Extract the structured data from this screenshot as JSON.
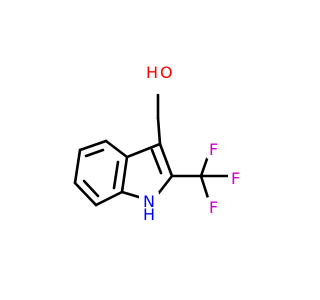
{
  "molecule": {
    "atoms": {
      "o1": {
        "symbol": "O",
        "color": "#ff0000"
      },
      "h1": {
        "symbol": "H",
        "color": "#ff0000"
      },
      "n1": {
        "symbol": "N",
        "color": "#0000ff"
      },
      "h2": {
        "symbol": "H",
        "color": "#0000ff"
      },
      "f1": {
        "symbol": "F",
        "color": "#cc00cc"
      },
      "f2": {
        "symbol": "F",
        "color": "#cc00cc"
      },
      "f3": {
        "symbol": "F",
        "color": "#cc00cc"
      }
    },
    "colors": {
      "bond": "#000000",
      "oxygen": "#ff0000",
      "nitrogen": "#0000ff",
      "fluorine": "#cc00cc"
    }
  }
}
